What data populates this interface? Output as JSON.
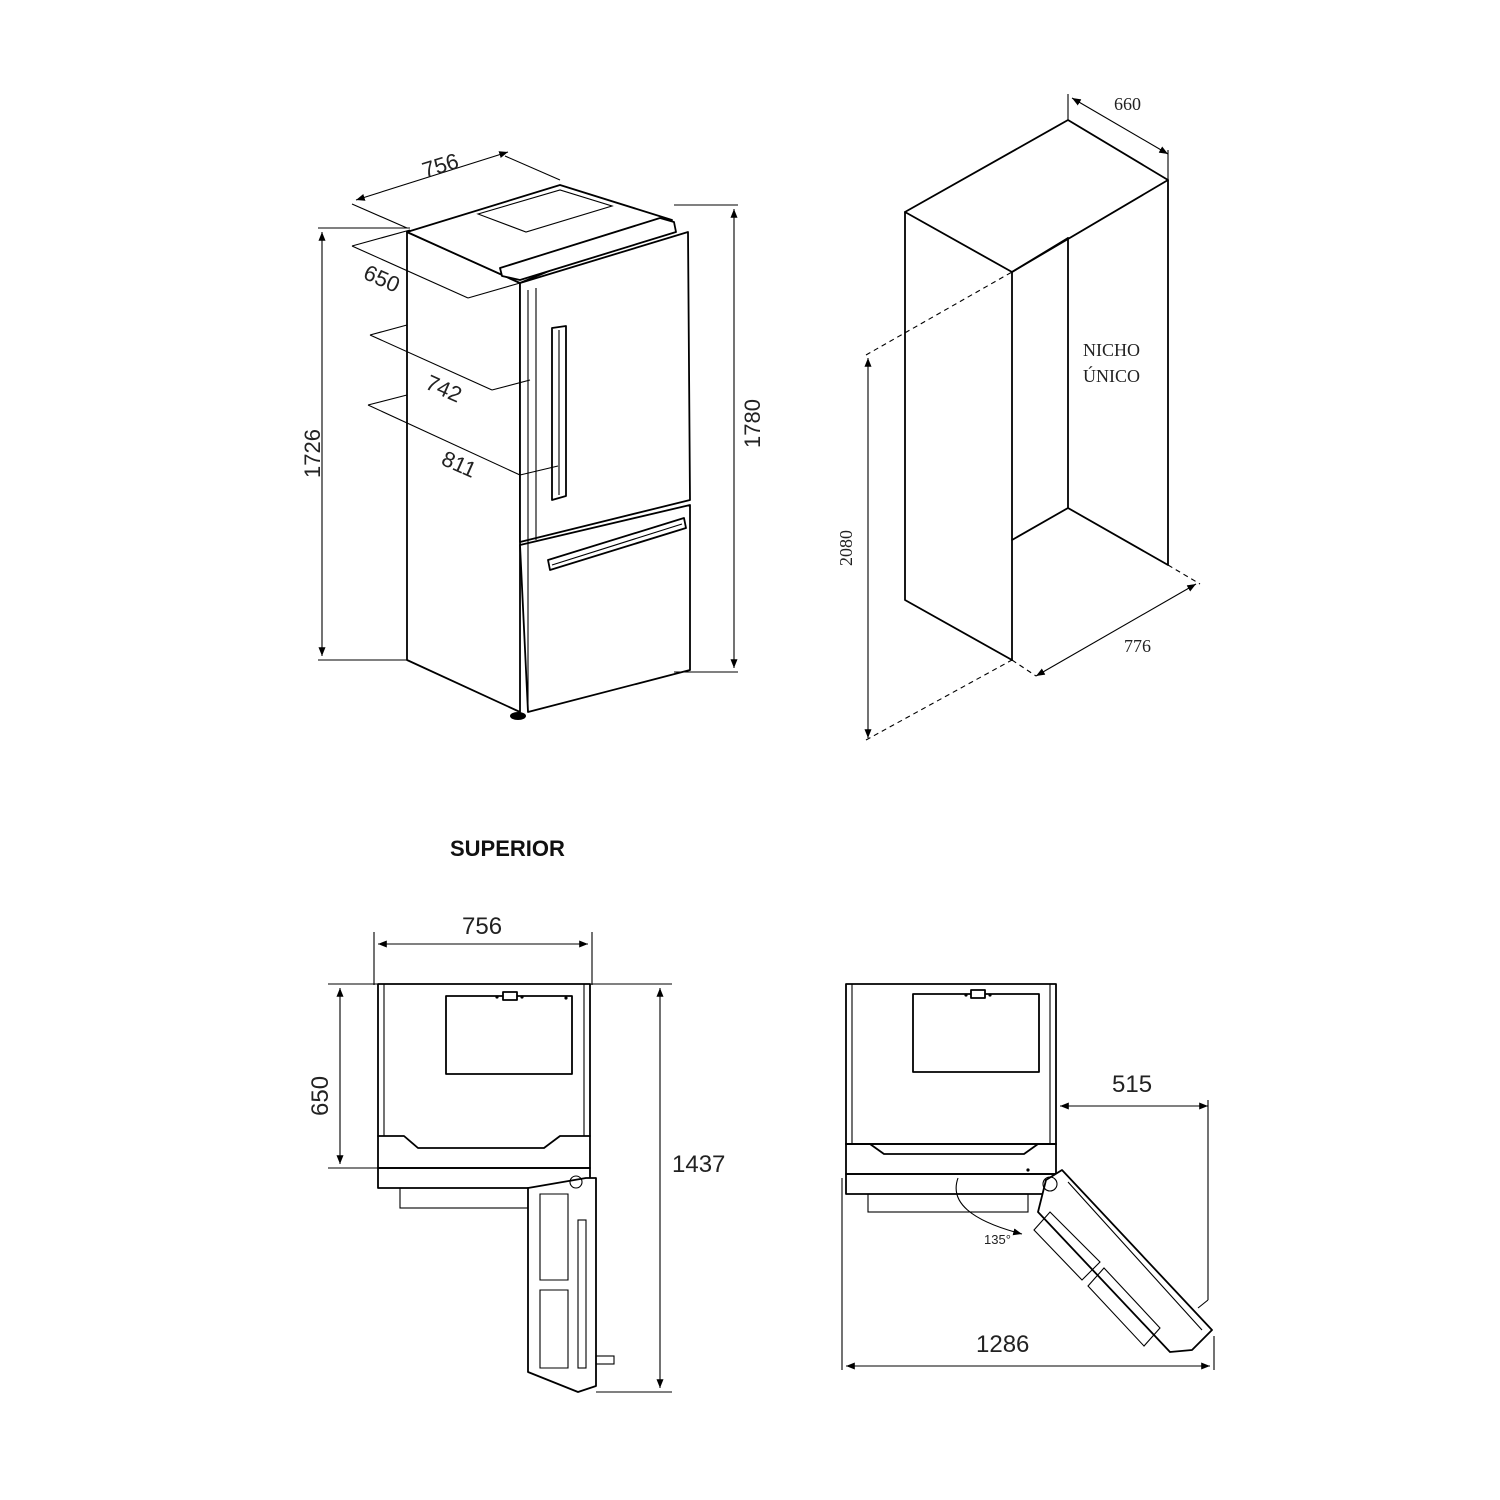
{
  "views": {
    "front_iso": {
      "width": "756",
      "depth_body": "650",
      "depth_door": "742",
      "depth_handle": "811",
      "height_body": "1726",
      "height_total": "1780"
    },
    "niche": {
      "depth": "660",
      "height": "2080",
      "width": "776",
      "label_line1": "NICHO",
      "label_line2": "ÚNICO"
    },
    "top_view": {
      "title": "SUPERIOR",
      "width": "756",
      "depth": "650",
      "depth_door_open": "1437"
    },
    "top_view_open": {
      "door_clearance": "515",
      "total_width": "1286",
      "angle": "135°"
    }
  }
}
